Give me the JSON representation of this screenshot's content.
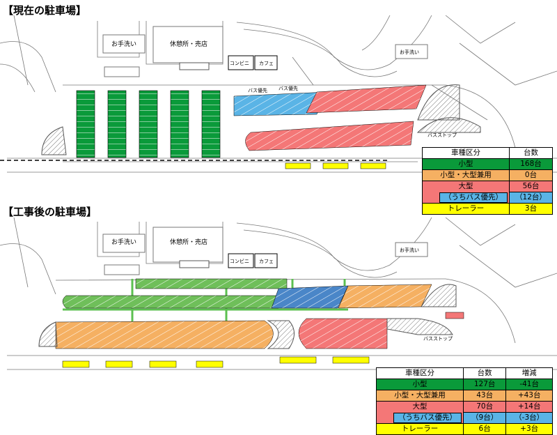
{
  "top": {
    "title": "【現在の駐車場】",
    "labels": {
      "toilet_left": "お手洗い",
      "rest_shop": "休憩所・売店",
      "convenience": "コンビニ",
      "cafe": "カフェ",
      "toilet_right": "お手洗い",
      "bus_priority_1": "バス優先",
      "bus_priority_2": "バス優先",
      "bus_stop": "バスストップ"
    },
    "table": {
      "headers": [
        "車種区分",
        "台数"
      ],
      "rows": [
        {
          "category": "小型",
          "count": "168台",
          "color": "#0a9a3a"
        },
        {
          "category": "小型・大型兼用",
          "count": "0台",
          "color": "#f5b062"
        },
        {
          "category": "大型",
          "count": "56台",
          "color": "#f47777"
        },
        {
          "category": "（うちバス優先）",
          "count": "（12台）",
          "color": "#5ab4e6"
        },
        {
          "category": "トレーラー",
          "count": "3台",
          "color": "#ffff00"
        }
      ]
    }
  },
  "bottom": {
    "title": "【工事後の駐車場】",
    "labels": {
      "toilet_left": "お手洗い",
      "rest_shop": "休憩所・売店",
      "convenience": "コンビニ",
      "cafe": "カフェ",
      "toilet_right": "お手洗い",
      "bus_stop": "バスストップ"
    },
    "table": {
      "headers": [
        "車種区分",
        "台数",
        "増減"
      ],
      "rows": [
        {
          "category": "小型",
          "count": "127台",
          "change": "-41台",
          "color": "#0a9a3a"
        },
        {
          "category": "小型・大型兼用",
          "count": "43台",
          "change": "+43台",
          "color": "#f5b062"
        },
        {
          "category": "大型",
          "count": "70台",
          "change": "+14台",
          "color": "#f47777"
        },
        {
          "category": "（うちバス優先）",
          "count": "（9台）",
          "change": "（-3台）",
          "color": "#5ab4e6"
        },
        {
          "category": "トレーラー",
          "count": "6台",
          "change": "+3台",
          "color": "#ffff00"
        }
      ]
    }
  },
  "colors": {
    "small": "#0a9a3a",
    "shared": "#f5b062",
    "large": "#f47777",
    "bus": "#5ab4e6",
    "trailer": "#ffff00"
  }
}
